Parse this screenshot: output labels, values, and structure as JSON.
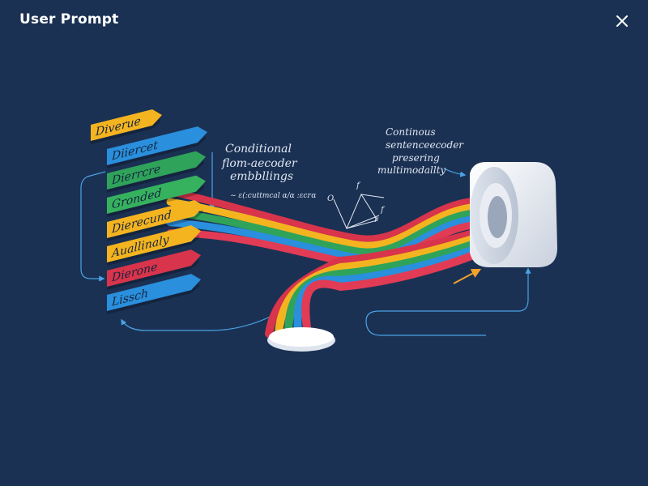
{
  "header": {
    "title": "User Prompt",
    "close_icon": "close-icon"
  },
  "tags": [
    {
      "label": "Diverue",
      "color": "#f4b420"
    },
    {
      "label": "Diiercet",
      "color": "#2a8fdc"
    },
    {
      "label": "Dierrcre",
      "color": "#2fa35a"
    },
    {
      "label": "Gronded",
      "color": "#36b25f"
    },
    {
      "label": "Dierecund",
      "color": "#f4b420"
    },
    {
      "label": "Auallinaly",
      "color": "#f4b420"
    },
    {
      "label": "Dierone",
      "color": "#d8344b"
    },
    {
      "label": "Lissch",
      "color": "#2a8fdc"
    }
  ],
  "annotations": {
    "embedding_line1": "Conditional",
    "embedding_line2": "flom-aecoder",
    "embedding_line3": "embbllings",
    "formula": "∼ ɛ(:cuttmcal  ɑ/ɑ  :ɛcᴦɑ",
    "encoder_line1": "Continous",
    "encoder_line2": "sentenceecoder",
    "encoder_line3": "presering",
    "encoder_line4": "multimodallty",
    "vec_label_o": "O",
    "vec_label_f1": "f",
    "vec_label_f2": "f",
    "vec_label_r": "r"
  },
  "ribbon_colors": [
    "#d8344b",
    "#f4b420",
    "#2fa35a",
    "#2a8fdc",
    "#e23b55"
  ],
  "colors": {
    "background": "#1b3153",
    "arrow": "#4aa3e6",
    "connector": "#eef1f6"
  }
}
